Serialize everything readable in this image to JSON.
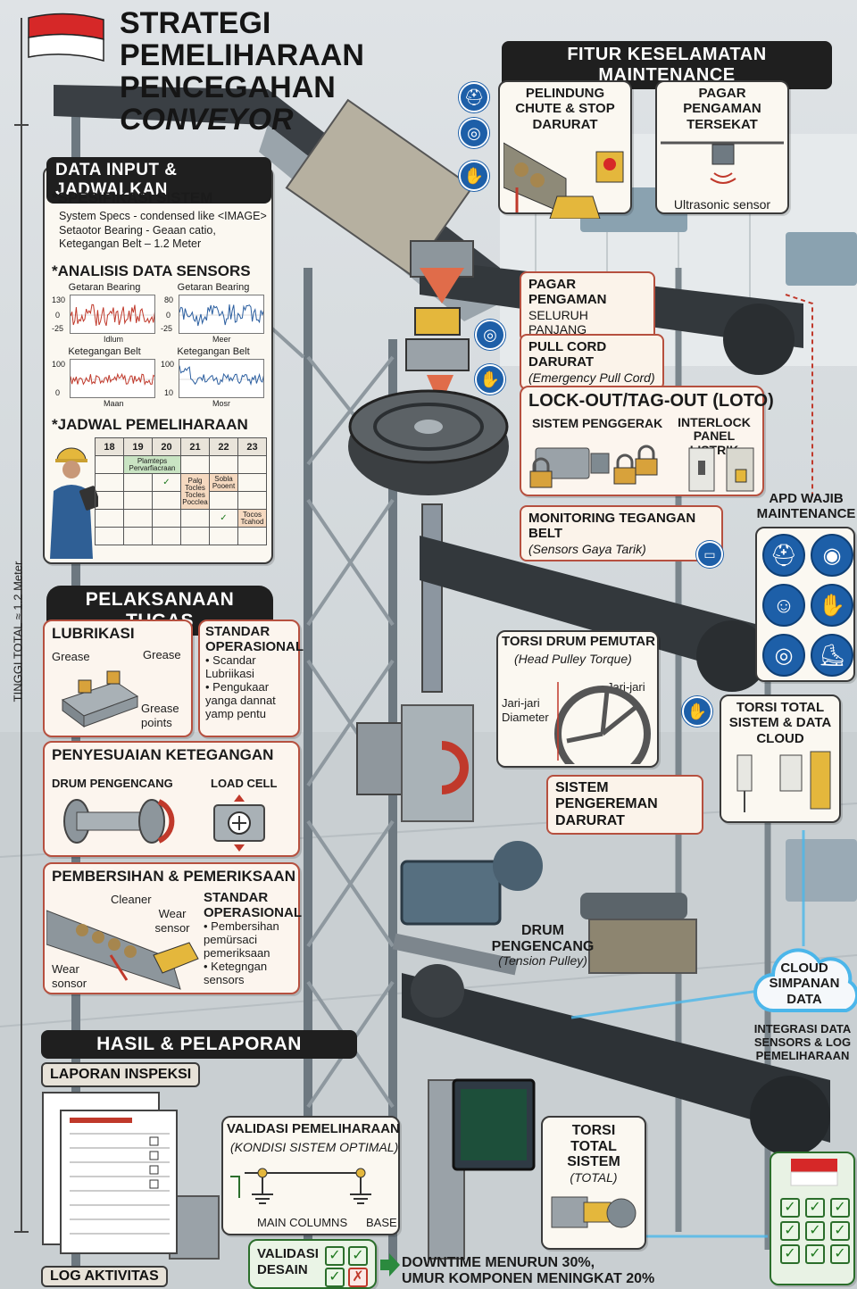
{
  "title": {
    "line1": "STRATEGI PEMELIHARAAN",
    "line2a": "PENCEGAHAN ",
    "line2b": "CONVEYOR"
  },
  "vertical_dimension": "TINGGI TOTAL ≈ 1.2 Meter",
  "safety_header": "FITUR KESELAMATAN MAINTENANCE",
  "safety_cards": {
    "chute": "PELINDUNG CHUTE & STOP DARURAT",
    "fence": "PAGAR PENGAMAN TERSEKAT",
    "sensor_label": "Ultrasonic sensor"
  },
  "callouts": {
    "fence_full": {
      "title": "PAGAR PENGAMAN",
      "sub": "SELURUH PANJANG"
    },
    "pull_cord": {
      "title": "PULL CORD DARURAT",
      "sub": "(Emergency Pull Cord)"
    },
    "loto": {
      "title": "LOCK-OUT/TAG-OUT (LOTO)",
      "drive": "SISTEM PENGGERAK",
      "interlock": "INTERLOCK PANEL LISTRIK"
    },
    "belt_monitor": {
      "title": "MONITORING TEGANGAN BELT",
      "sub": "(Sensors Gaya Tarik)"
    },
    "torque": {
      "title": "TORSI DRUM PEMUTAR",
      "sub": "(Head Pulley Torque)",
      "radius": "Jari-jari",
      "diam": "Jari-jari Diameter"
    },
    "brake": {
      "title": "SISTEM PENGEREMAN DARURAT"
    },
    "tension": {
      "title": "DRUM PENGENCANG",
      "sub": "(Tension Pulley)"
    },
    "total_torque": {
      "title": "TORSI TOTAL SISTEM",
      "sub": "(TOTAL)"
    }
  },
  "apd": {
    "title": "APD WAJIB MAINTENANCE",
    "icons": [
      "helmet-icon",
      "goggles-icon",
      "mask-icon",
      "gloves-icon",
      "earmuff-icon",
      "boots-icon"
    ]
  },
  "cloud_panel": {
    "title": "TORSI TOTAL SISTEM & DATA CLOUD"
  },
  "cloud": {
    "label": "CLOUD SIMPANAN DATA",
    "integration": "INTEGRASI DATA SENSORS & LOG PEMELIHARAAN"
  },
  "data_input": {
    "header": "DATA INPUT & JADWALKAN",
    "spec_title": "*SPESIFIKASI SISTEM",
    "spec_lines": [
      "System Specs - condensed like <IMAGE>",
      "Setaotor Bearing - Geaan catio,",
      "Ketegangan Belt – 1.2 Meter"
    ],
    "sensor_title": "*ANALISIS DATA SENSORS",
    "charts": [
      {
        "title": "Getaran Bearing",
        "y_top": "130",
        "y_mid": "0",
        "y_bot": "-25",
        "x_label": "Idlum",
        "color": "#c0392b"
      },
      {
        "title": "Getaran Bearing",
        "y_top": "80",
        "y_mid": "0",
        "y_bot": "-25",
        "x_label": "Meer",
        "color": "#2c5fa0"
      },
      {
        "title": "Ketegangan Belt",
        "y_top": "100",
        "y_mid": "",
        "y_bot": "0",
        "x_label": "Maan",
        "color": "#c0392b"
      },
      {
        "title": "Ketegangan Belt",
        "y_top": "100",
        "y_mid": "",
        "y_bot": "10",
        "x_label": "Mosr",
        "color": "#2c5fa0"
      }
    ],
    "schedule_title": "*JADWAL PEMELIHARAAN",
    "schedule_days": [
      "18",
      "19",
      "20",
      "21",
      "22",
      "23"
    ],
    "schedule_items": {
      "a": "Plamteps Pervarfiacraan",
      "b": "Palg Tocles Tocles Pocclea",
      "c": "Sobla Pooent",
      "d": "Tocos Tcahod"
    }
  },
  "task_header": "PELAKSANAAN TUGAS",
  "lubrication": {
    "title": "LUBRIKASI",
    "grease1": "Grease",
    "grease2": "Grease",
    "grease3": "Grease points",
    "sop_title": "STANDAR OPERASIONAL",
    "sop_items": [
      "Scandar Lubriikasi",
      "Pengukaar yanga dannat yamp pentu"
    ]
  },
  "tension_adj": {
    "title": "PENYESUAIAN KETEGANGAN",
    "drum": "DRUM PENGENCANG",
    "load": "LOAD CELL"
  },
  "cleaning": {
    "title": "PEMBERSIHAN & PEMERIKSAAN",
    "cleaner": "Cleaner",
    "wear1": "Wear sensor",
    "wear2": "Wear sonsor",
    "sop_title": "STANDAR OPERASIONAL",
    "sop_items": [
      "Pembersihan pemürsaci pemeriksaan",
      "Ketegngan sensors"
    ]
  },
  "results_header": "HASIL & PELAPORAN",
  "inspection_report": "LAPORAN INSPEKSI",
  "activity_log": "LOG AKTIVITAS",
  "validation": {
    "title": "VALIDASI PEMELIHARAAN",
    "sub": "(KONDISI SISTEM OPTIMAL)",
    "left": "MAIN COLUMNS",
    "right": "BASE"
  },
  "design_validation": "VALIDASI DESAIN",
  "outcome": {
    "line1": "DOWNTIME MENURUN 30%,",
    "line2": "UMUR KOMPONEN MENINGKAT 20%"
  },
  "colors": {
    "accent_red": "#b6503f",
    "safety_blue": "#1d5fa8",
    "flag_red": "#d62828",
    "check_green": "#2b6e2b"
  }
}
